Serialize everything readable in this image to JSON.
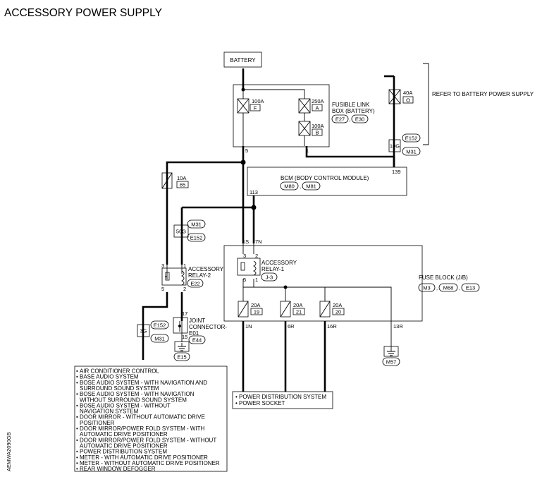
{
  "title": "ACCESSORY POWER SUPPLY",
  "battery": "BATTERY",
  "fusible_link_box": {
    "label_line1": "FUSIBLE LINK",
    "label_line2": "BOX (BATTERY)",
    "conn1": "E27",
    "conn2": "E30",
    "fuse_f": {
      "amp": "100A",
      "id": "F"
    },
    "fuse_a": {
      "amp": "250A",
      "id": "A"
    },
    "fuse_b": {
      "amp": "100A",
      "id": "B"
    },
    "pin_5": "5",
    "pin_1": "1"
  },
  "fuse_o": {
    "amp": "40A",
    "id": "O"
  },
  "refer_note": "REFER TO BATTERY POWER SUPPLY",
  "conn_e152_top": "E152",
  "pin_10g": "10G",
  "conn_m31_top": "M31",
  "bcm": {
    "label": "BCM (BODY CONTROL MODULE)",
    "conn1": "M80",
    "conn2": "M81",
    "pin_139": "139",
    "pin_113": "113"
  },
  "fuse_65": {
    "amp": "10A",
    "id": "65"
  },
  "conn_m31_mid": "M31",
  "pin_50g": "50G",
  "conn_e152_mid": "E152",
  "relay2": {
    "label_line1": "ACCESSORY",
    "label_line2": "RELAY-2",
    "conn": "E22",
    "pin3": "3",
    "pin1": "1",
    "pin5": "5",
    "pin2": "2"
  },
  "joint_connector": {
    "label_line1": "JOINT",
    "label_line2": "CONNECTOR-",
    "label_line3": "E01",
    "conn": "E44",
    "pin17": "17",
    "pin15": "15"
  },
  "ground_e15": "E15",
  "pin_3g": "3G",
  "conn_e152_low": "E152",
  "conn_m31_low": "M31",
  "fuse_block": {
    "label": "FUSE BLOCK (J/B)",
    "conn1": "M3",
    "conn2": "M68",
    "conn3": "E13",
    "pin_1s": "1S",
    "pin_7n": "7N",
    "pin_1n": "1N",
    "pin_6r": "6R",
    "pin_16r": "16R",
    "pin_13r": "13R"
  },
  "relay1": {
    "label_line1": "ACCESSORY",
    "label_line2": "RELAY-1",
    "conn": "J-3",
    "pin3": "3",
    "pin2": "2",
    "pin5": "5",
    "pin1": "1"
  },
  "fuse_19": {
    "amp": "20A",
    "id": "19"
  },
  "fuse_21": {
    "amp": "20A",
    "id": "21"
  },
  "fuse_20": {
    "amp": "20A",
    "id": "20"
  },
  "ground_m57": "M57",
  "systems_list": [
    "AIR CONDITIONER CONTROL",
    "BASE AUDIO SYSTEM",
    "BOSE AUDIO SYSTEM - WITH NAVIGATION AND",
    "SURROUND SOUND SYSTEM",
    "BOSE AUDIO SYSTEM - WITH NAVIGATION",
    "WITHOUT SURROUND SOUND SYSTEM",
    "BOSE AUDIO SYSTEM - WITHOUT",
    "NAVIGATION SYSTEM",
    "DOOR MIRROR - WITHOUT AUTOMATIC DRIVE",
    "POSITIONER",
    "DOOR MIRROR/POWER FOLD SYSTEM - WITH",
    "AUTOMATIC DRIVE POSITIONER",
    "DOOR MIRROR/POWER FOLD SYSTEM - WITHOUT",
    "AUTOMATIC DRIVE POSITIONER",
    "POWER DISTRIBUTION SYSTEM",
    "METER - WITH AUTOMATIC DRIVE POSITIONER",
    "METER - WITHOUT AUTOMATIC DRIVE POSITIONER",
    "REAR WINDOW DEFOGGER"
  ],
  "systems_bullets": [
    true,
    true,
    true,
    false,
    true,
    false,
    true,
    false,
    true,
    false,
    true,
    false,
    true,
    false,
    true,
    true,
    true,
    true
  ],
  "power_list": [
    "POWER DISTRIBUTION SYSTEM",
    "POWER SOCKET"
  ],
  "figure_id": "AEMWA2090GB"
}
